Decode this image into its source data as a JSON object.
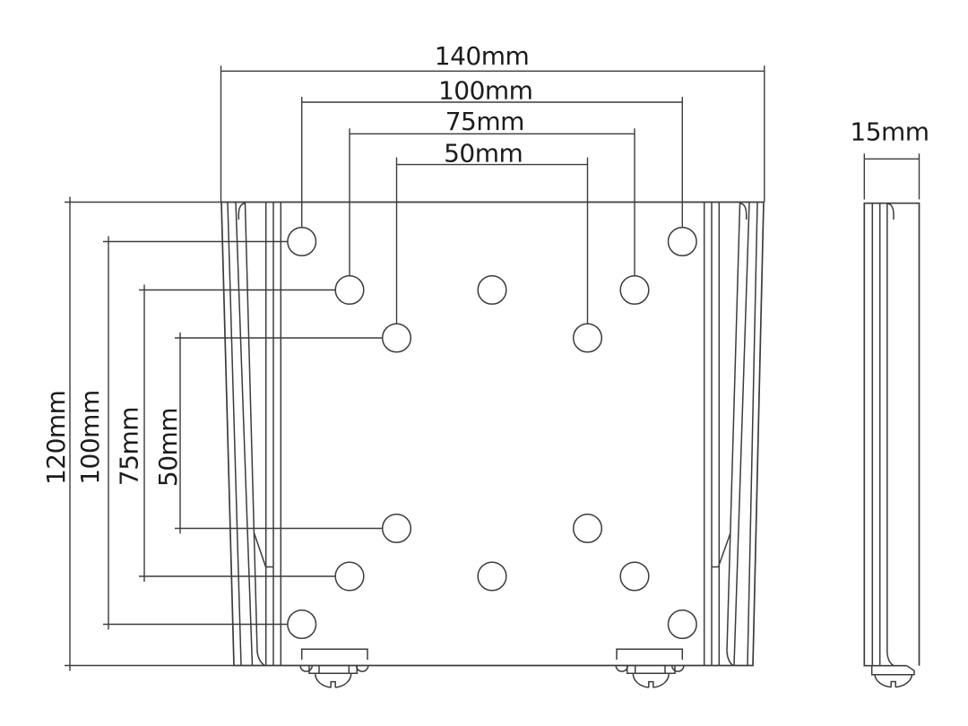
{
  "drawing": {
    "front_view": {
      "dimensions_top": [
        "140mm",
        "100mm",
        "75mm",
        "50mm"
      ],
      "dimensions_left": [
        "120mm",
        "100mm",
        "75mm",
        "50mm"
      ],
      "mounting_hole_count": 14
    },
    "side_view": {
      "dimension_width": "15mm"
    },
    "colors": {
      "line": "#3c3c3c",
      "text": "#1c1c1c",
      "background": "#ffffff"
    }
  }
}
